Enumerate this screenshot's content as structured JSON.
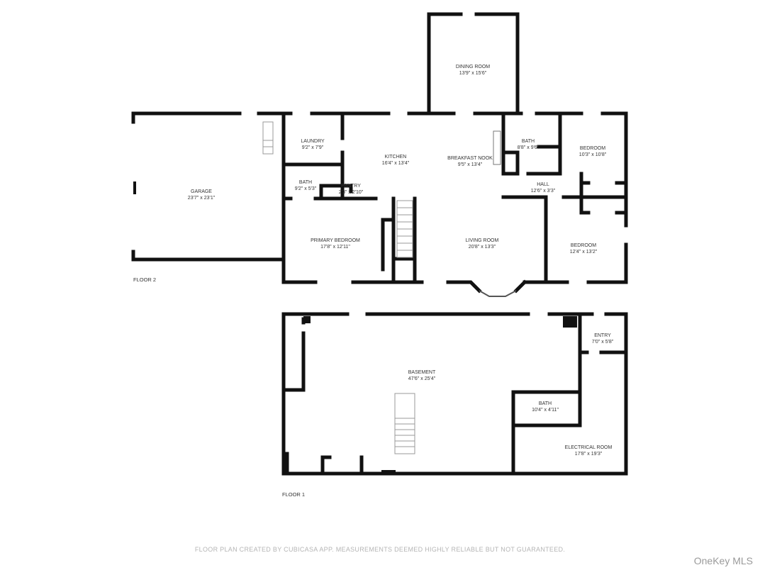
{
  "floors": [
    {
      "label": "FLOOR 2",
      "rooms": [
        {
          "name": "DINING ROOM",
          "size": "13'9\" x 15'6\""
        },
        {
          "name": "LAUNDRY",
          "size": "9'2\" x 7'9\""
        },
        {
          "name": "KITCHEN",
          "size": "16'4\" x 13'4\""
        },
        {
          "name": "BREAKFAST NOOK",
          "size": "9'5\" x 13'4\""
        },
        {
          "name": "BATH",
          "size": "8'8\" x 9'6\""
        },
        {
          "name": "BEDROOM",
          "size": "10'3\" x 10'8\""
        },
        {
          "name": "GARAGE",
          "size": "23'7\" x 23'1\""
        },
        {
          "name": "BATH",
          "size": "9'2\" x 5'3\""
        },
        {
          "name": "PANTRY",
          "size": "2'3\" x 2'10\""
        },
        {
          "name": "HALL",
          "size": "12'6\" x 3'3\""
        },
        {
          "name": "PRIMARY BEDROOM",
          "size": "17'8\" x 12'11\""
        },
        {
          "name": "LIVING ROOM",
          "size": "20'8\" x 13'3\""
        },
        {
          "name": "BEDROOM",
          "size": "12'4\" x 13'2\""
        }
      ]
    },
    {
      "label": "FLOOR 1",
      "rooms": [
        {
          "name": "ENTRY",
          "size": "7'0\" x 5'8\""
        },
        {
          "name": "BASEMENT",
          "size": "47'6\" x 25'4\""
        },
        {
          "name": "BATH",
          "size": "10'4\" x 4'11\""
        },
        {
          "name": "ELECTRICAL ROOM",
          "size": "17'8\" x 19'3\""
        }
      ]
    }
  ],
  "footer": "FLOOR PLAN CREATED BY CUBICASA APP. MEASUREMENTS DEEMED HIGHLY RELIABLE BUT NOT GUARANTEED.",
  "watermark": "OneKey MLS",
  "colors": {
    "wall": "#111111",
    "window": "#cccccc"
  }
}
